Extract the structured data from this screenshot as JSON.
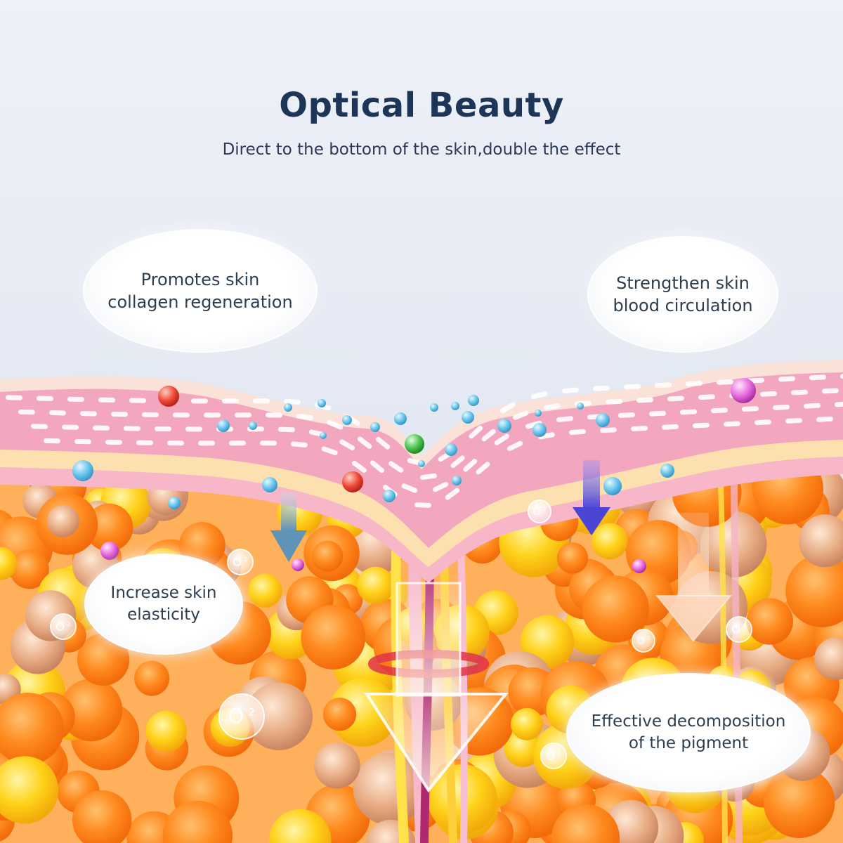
{
  "header": {
    "title": "Optical Beauty",
    "subtitle": "Direct to the bottom of the skin,double the effect"
  },
  "callouts": [
    {
      "id": "collagen",
      "text": "Promotes skin\ncollagen regeneration"
    },
    {
      "id": "circulation",
      "text": "Strengthen skin\nblood circulation"
    },
    {
      "id": "elasticity",
      "text": "Increase skin\nelasticity"
    },
    {
      "id": "pigment",
      "text": "Effective decomposition\nof the pigment"
    }
  ],
  "illustration": {
    "oxygen_label": "O",
    "oxygen_sup": "2",
    "colors": {
      "skin_top": "#f7c9c9",
      "skin_mid": "#ee9cb4",
      "skin_dash": "#ffffff",
      "fat_orange": "#ff8a1e",
      "fat_yellow": "#ffd21a",
      "arrow_teal": "#5f93b8",
      "arrow_violet": "#4b45d6",
      "arrow_peach": "#ffd9bf",
      "bubble_blue": "#67c5ec"
    }
  }
}
